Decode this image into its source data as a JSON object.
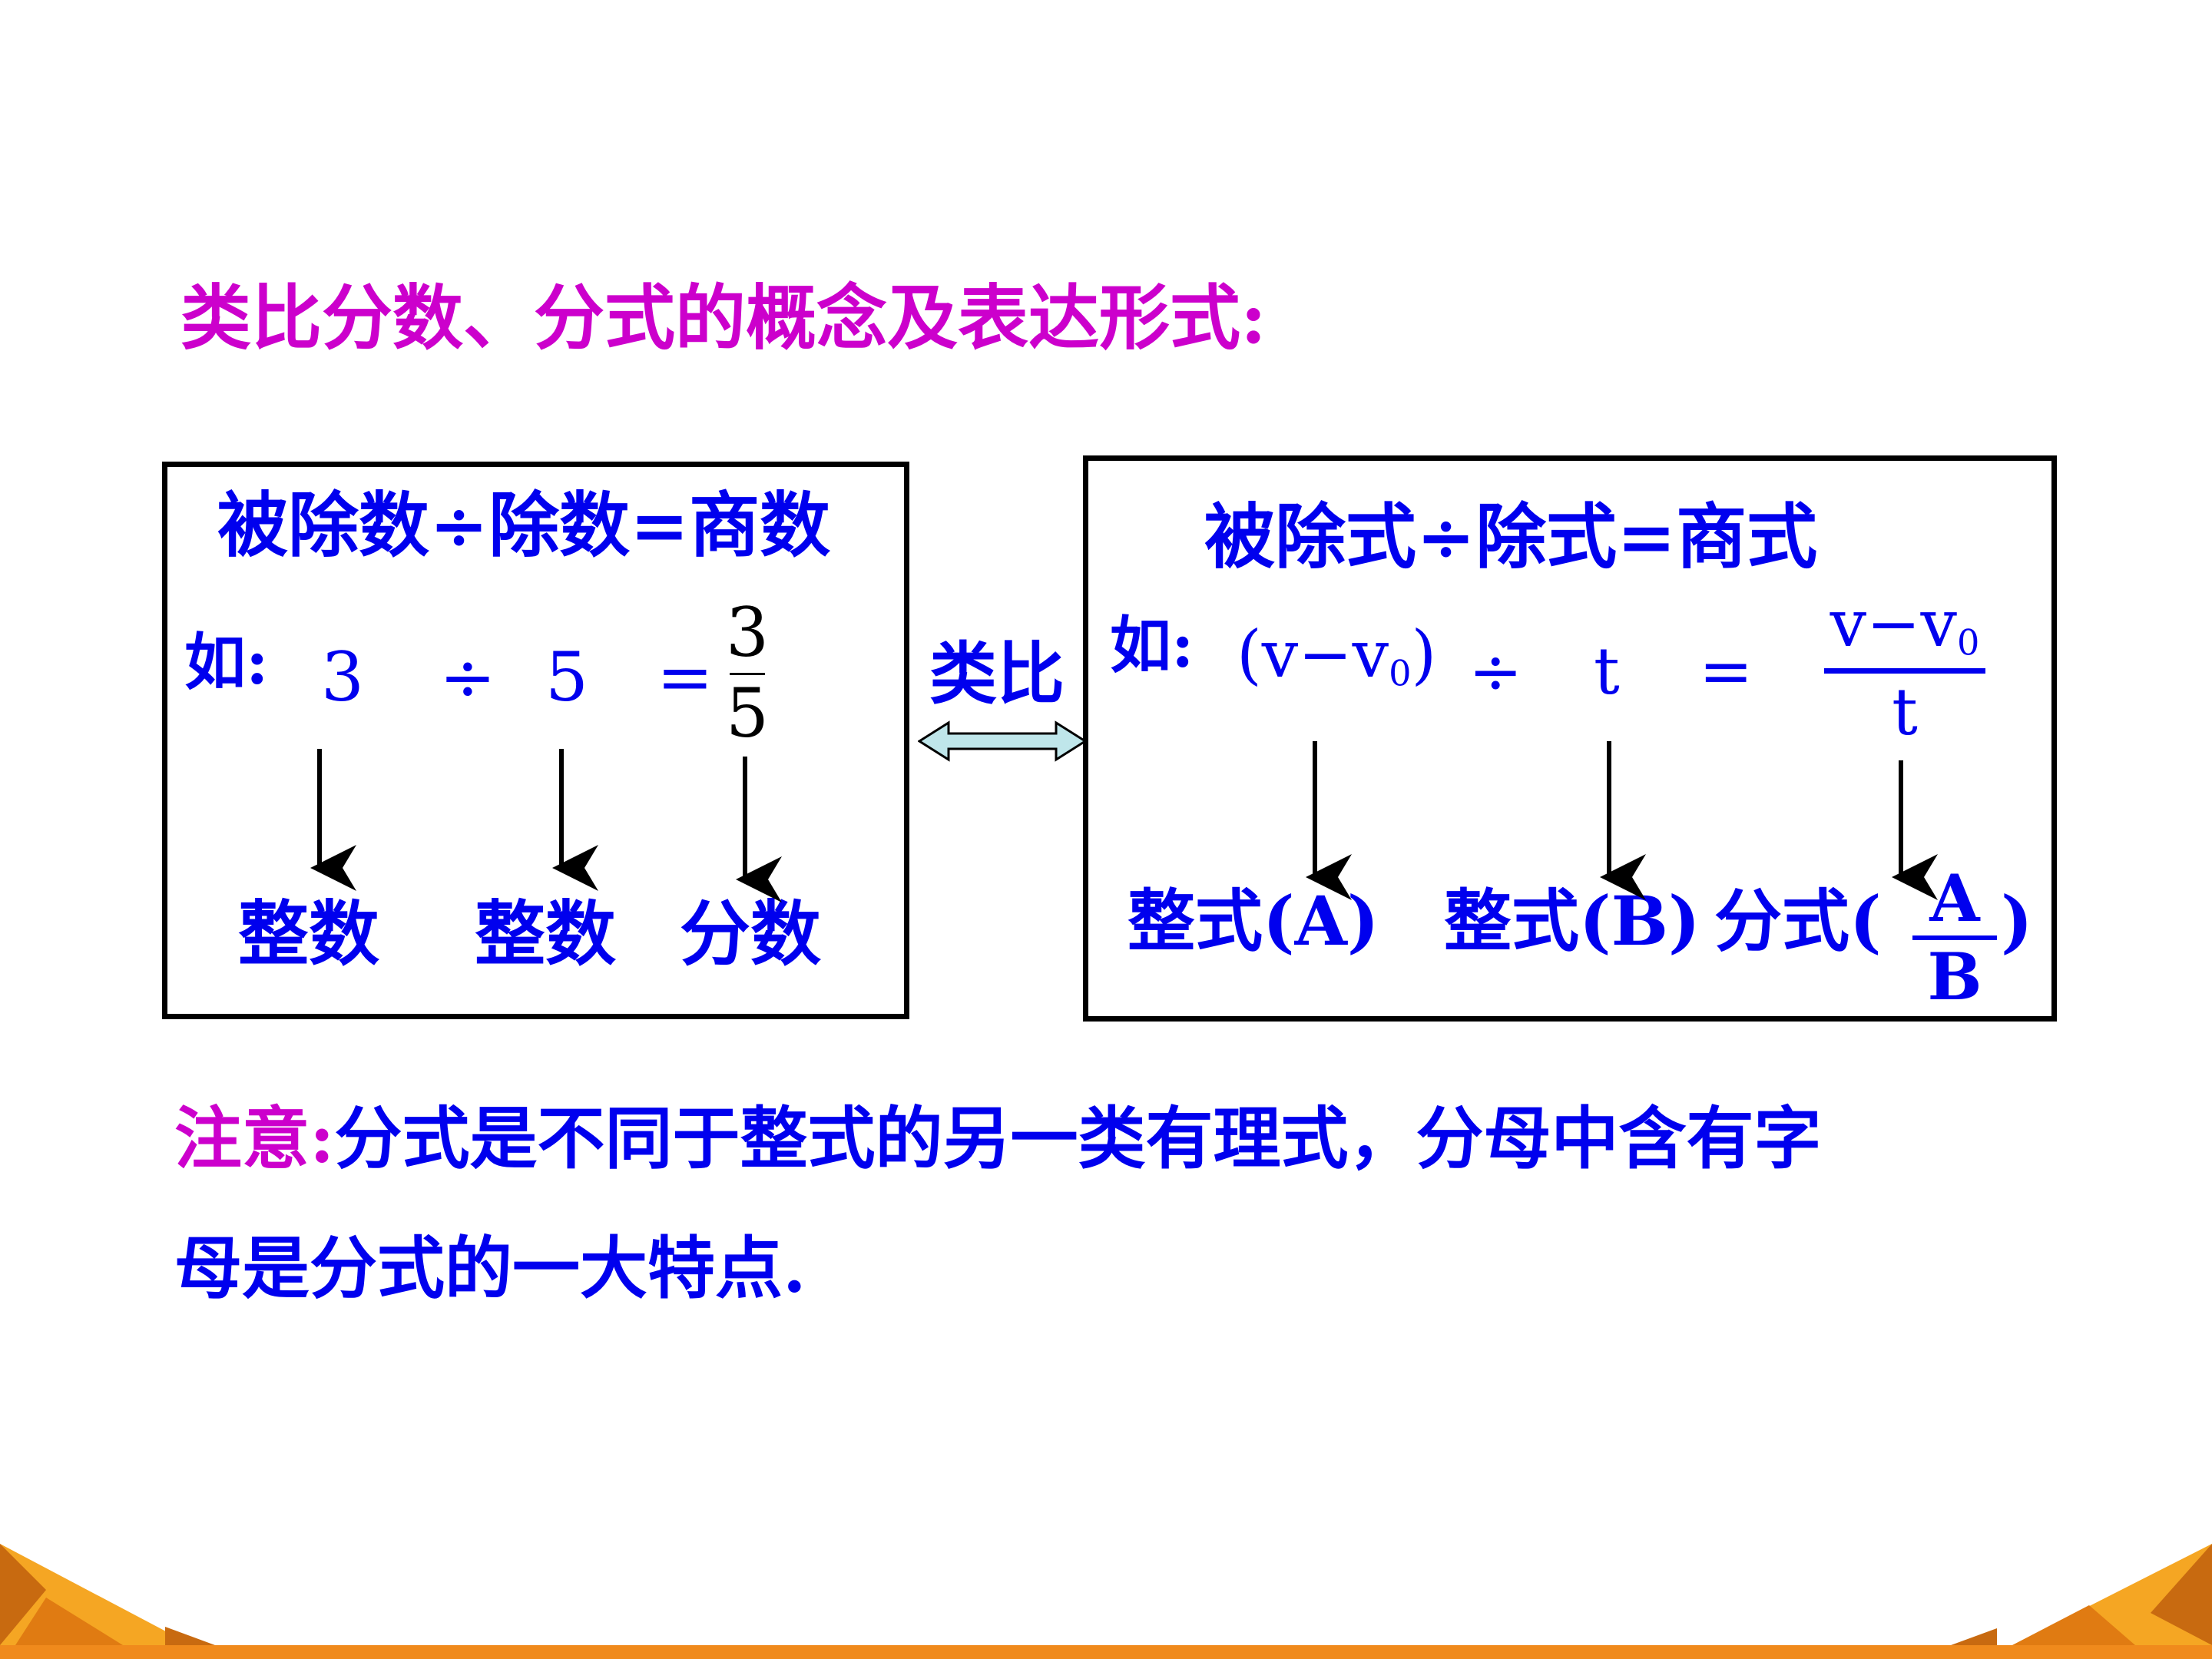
{
  "title": "类比分数、分式的概念及表达形式:",
  "left_box": {
    "heading": "被除数÷除数=商数",
    "example_prefix": "如:",
    "dividend": "3",
    "divide_sign": "÷",
    "divisor": "5",
    "equals": "=",
    "fraction_numerator": "3",
    "fraction_denominator": "5",
    "result_labels": [
      "整数",
      "整数",
      "分数"
    ]
  },
  "analogy_label": "类比",
  "right_box": {
    "heading": "被除式÷除式=商式",
    "example_prefix": "如:",
    "dividend_open": "(v−v",
    "dividend_sub": "0",
    "dividend_close": ")",
    "divide_sign": "÷",
    "divisor": "t",
    "equals": "=",
    "fraction_numerator": "v−v",
    "fraction_numerator_sub": "0",
    "fraction_denominator": "t",
    "result_labels": [
      "整式(A)",
      "整式(B)",
      "分式("
    ],
    "result_fraction_numerator": "A",
    "result_fraction_denominator": "B",
    "result_close": ")"
  },
  "note": {
    "label": "注意:",
    "line1": "分式是不同于整式的另一类有理式，分母中含有字",
    "line2": "母是分式的一大特点."
  },
  "colors": {
    "title": "#cc00cc",
    "text": "#0000ee",
    "arrow_fill": "#bfe6ea",
    "footer_orange": "#f08a1c"
  }
}
